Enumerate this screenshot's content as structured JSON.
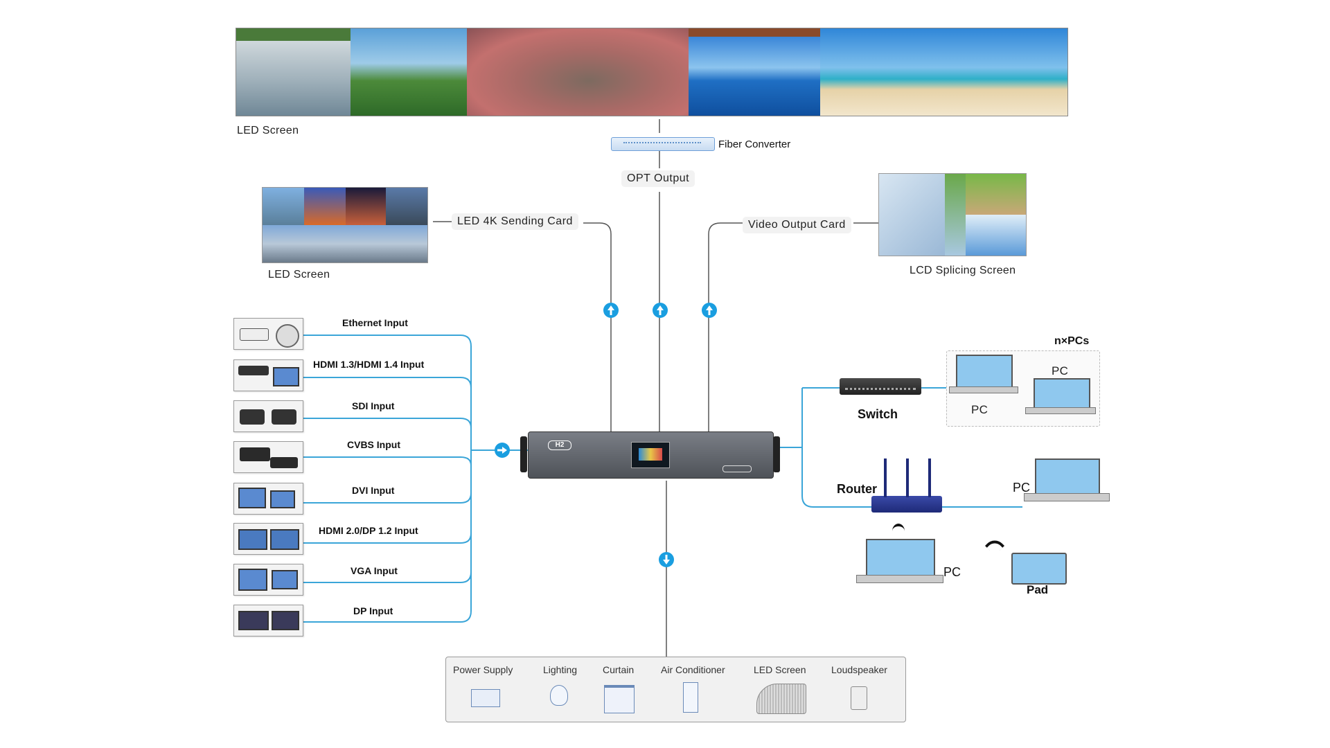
{
  "led_screen_top": {
    "label": "LED Screen"
  },
  "fiber_converter": {
    "label": "Fiber Converter"
  },
  "opt_output": {
    "label": "OPT Output"
  },
  "led_sending_card": {
    "label": "LED  4K Sending Card"
  },
  "led_screen_small": {
    "label": "LED Screen"
  },
  "video_output_card": {
    "label": "Video Output Card"
  },
  "lcd_splicing": {
    "label": "LCD Splicing Screen"
  },
  "inputs": [
    {
      "label": "Ethernet Input"
    },
    {
      "label": "HDMI 1.3/HDMI 1.4  Input"
    },
    {
      "label": "SDI Input"
    },
    {
      "label": "CVBS Input"
    },
    {
      "label": "DVI Input"
    },
    {
      "label": "HDMI 2.0/DP 1.2 Input"
    },
    {
      "label": "VGA Input"
    },
    {
      "label": "DP Input"
    }
  ],
  "processor": {
    "badge": "H2"
  },
  "network": {
    "switch": "Switch",
    "npcs": "n×PCs",
    "pc1": "PC",
    "pc2": "PC",
    "router": "Router",
    "pc3": "PC",
    "pc4": "PC",
    "pad": "Pad"
  },
  "control_items": [
    {
      "label": "Power Supply"
    },
    {
      "label": "Lighting"
    },
    {
      "label": "Curtain"
    },
    {
      "label": "Air Conditioner"
    },
    {
      "label": "LED Screen"
    },
    {
      "label": "Loudspeaker"
    }
  ],
  "colors": {
    "line": "#3aa5d8",
    "arrow": "#1a9ee0",
    "wire": "#555555"
  }
}
